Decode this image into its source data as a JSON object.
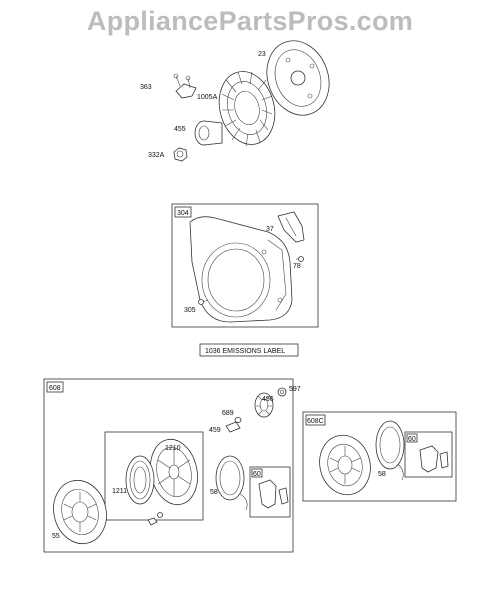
{
  "watermark": "AppliancePartsPros.com",
  "labels": {
    "p23": "23",
    "p363": "363",
    "p1005a": "1005A",
    "p455": "455",
    "p332a": "332A",
    "p304": "304",
    "p37": "37",
    "p78": "78",
    "p305": "305",
    "emissions": "1036 EMISSIONS LABEL",
    "p608": "608",
    "p597": "597",
    "p456": "456",
    "p689": "689",
    "p459": "459",
    "p1210": "1210",
    "p1211": "1211",
    "p58a": "58",
    "p60a": "60",
    "p55": "55",
    "p608c": "608C",
    "p58b": "58",
    "p60b": "60"
  }
}
